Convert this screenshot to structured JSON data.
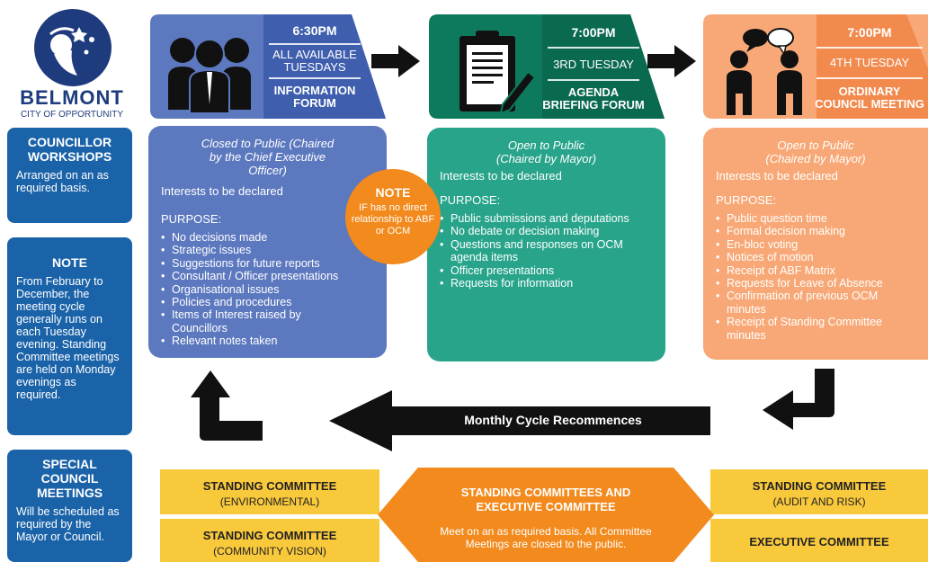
{
  "brand": {
    "name": "BELMONT",
    "tagline": "CITY OF OPPORTUNITY"
  },
  "side": {
    "workshops": {
      "title": "COUNCILLOR WORKSHOPS",
      "body": "Arranged on an as required basis."
    },
    "note": {
      "title": "NOTE",
      "body": "From February to December, the meeting cycle generally runs on each Tuesday evening. Standing Committee meetings are held on Monday evenings as required."
    },
    "special": {
      "title": "SPECIAL COUNCIL MEETINGS",
      "body": "Will be scheduled as required by the Mayor or Council."
    }
  },
  "headers": [
    {
      "time": "6:30PM",
      "day": "ALL AVAILABLE TUESDAYS",
      "name": "INFORMATION FORUM"
    },
    {
      "time": "7:00PM",
      "day": "3RD TUESDAY",
      "name": "AGENDA BRIEFING FORUM"
    },
    {
      "time": "7:00PM",
      "day": "4TH TUESDAY",
      "name": "ORDINARY COUNCIL MEETING"
    }
  ],
  "panels": [
    {
      "head": "Closed to Public (Chaired by the Chief Executive Officer)",
      "interests": "Interests to be declared",
      "purpose": "PURPOSE:",
      "items": [
        "No decisions made",
        "Strategic issues",
        "Suggestions for future reports",
        "Consultant / Officer presentations",
        "Organisational issues",
        "Policies and procedures",
        "Items of Interest raised by Councillors",
        "Relevant notes taken"
      ]
    },
    {
      "head": "Open to Public (Chaired by Mayor)",
      "interests": "Interests to be declared",
      "purpose": "PURPOSE:",
      "items": [
        "Public submissions and deputations",
        "No debate or decision making",
        "Questions and responses on OCM agenda items",
        "Officer presentations",
        "Requests for information"
      ]
    },
    {
      "head": "Open to Public (Chaired by Mayor)",
      "interests": "Interests to be declared",
      "purpose": "PURPOSE:",
      "items": [
        "Public question time",
        "Formal decision making",
        "En-bloc voting",
        "Notices of motion",
        "Receipt of ABF Matrix",
        "Requests for Leave of Absence",
        "Confirmation of previous OCM minutes",
        "Receipt of Standing Committee minutes"
      ]
    }
  ],
  "note_bubble": {
    "title": "NOTE",
    "body": "IF has no direct relationship to ABF or OCM"
  },
  "cycle": {
    "label": "Monthly Cycle Recommences"
  },
  "committees": {
    "env": {
      "title": "STANDING COMMITTEE",
      "sub": "(ENVIRONMENTAL)"
    },
    "community": {
      "title": "STANDING COMMITTEE",
      "sub": "(COMMUNITY VISION)"
    },
    "audit": {
      "title": "STANDING COMMITTEE",
      "sub": "(AUDIT AND RISK)"
    },
    "executive": {
      "title": "EXECUTIVE COMMITTEE"
    },
    "center": {
      "title": "STANDING COMMITTEES AND EXECUTIVE COMMITTEE",
      "body": "Meet on an as required basis. All Committee Meetings are closed to the public."
    }
  },
  "colors": {
    "info": "#5c78bf",
    "info_dark": "#3f5fae",
    "agenda": "#28a48b",
    "agenda_dark": "#0e7a5d",
    "ocm": "#f7a876",
    "ocm_dark": "#f28a4e",
    "side": "#1b63a9",
    "orange": "#f28a1d",
    "yellow": "#f9c93c"
  }
}
